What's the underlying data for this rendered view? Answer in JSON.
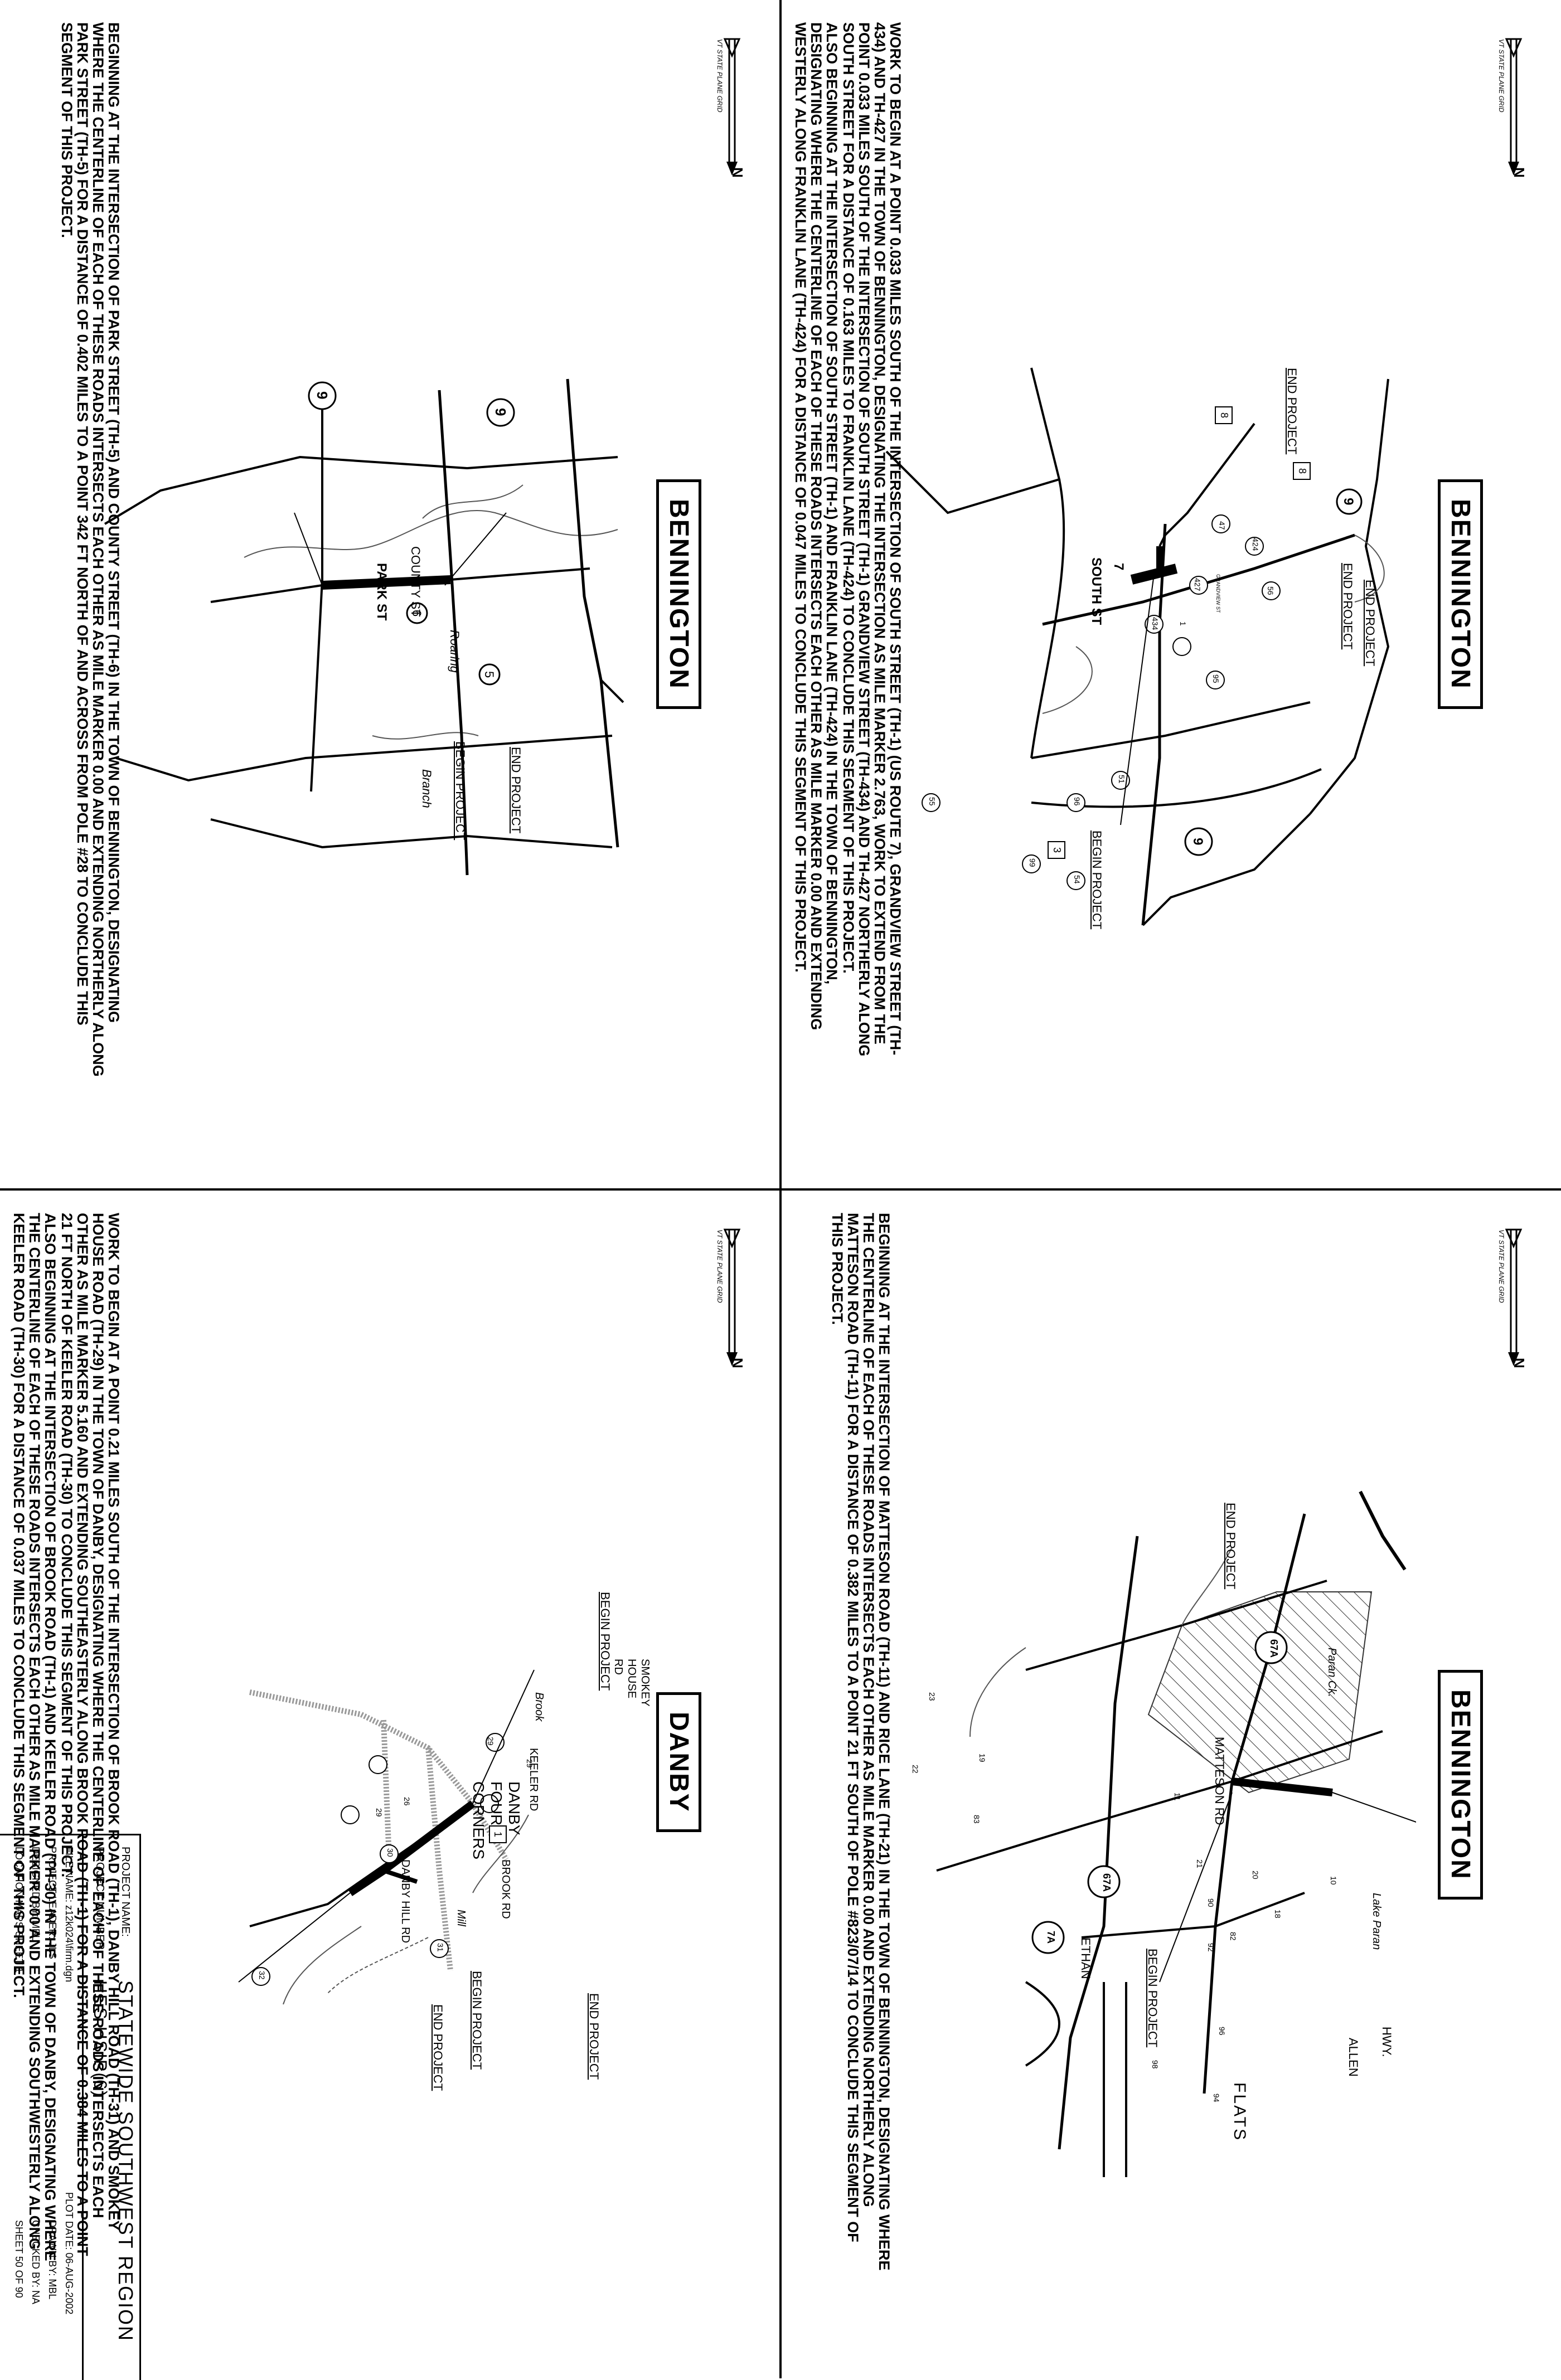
{
  "north_arrow": {
    "label": "VT STATE PLANE GRID",
    "letter": "N"
  },
  "panels": [
    {
      "id": "bennington-park",
      "title": "BENNINGTON",
      "narrative": [
        "BEGINNING AT THE INTERSECTION OF PARK STREET (TH-5) AND COUNTY STREET (TH-6) IN THE TOWN OF BENNINGTON, DESIGNATING WHERE THE CENTERLINE OF EACH OF THESE ROADS INTERSECTS EACH OTHER AS MILE MARKER 0.00 AND EXTENDING NORTHERLY ALONG PARK STREET (TH-5) FOR A DISTANCE OF 0.402 MILES TO A POINT 342 FT NORTH OF AND ACROSS FROM POLE #28 TO CONCLUDE THIS SEGMENT OF THIS PROJECT."
      ],
      "map_labels": {
        "park_st": "PARK ST",
        "county_st": "COUNTY ST",
        "begin": "BEGIN PROJECT",
        "end": "END PROJECT",
        "roaring": "Roaring",
        "branch": "Branch",
        "r9a": "9",
        "r9b": "9",
        "r5": "5",
        "r6": "6"
      }
    },
    {
      "id": "bennington-south",
      "title": "BENNINGTON",
      "narrative": [
        "WORK TO BEGIN AT A POINT 0.033 MILES SOUTH OF THE INTERSECTION OF SOUTH STREET (TH-1) (US ROUTE 7), GRANDVIEW STREET (TH-434) AND TH-427 IN THE TOWN OF BENNINGTON, DESIGNATING THE INTERSECTION AS MILE MARKER 2.763, WORK TO EXTEND FROM THE POINT 0.033 MILES SOUTH OF THE INTERSECTION OF SOUTH STREET (TH-1) GRANDVIEW STREET (TH-434) AND TH-427 NORTHERLY ALONG SOUTH STREET FOR A DISTANCE OF 0.163 MILES TO FRANKLIN LANE (TH-424) TO CONCLUDE THIS SEGMENT OF THIS PROJECT.",
        "ALSO BEGINNING AT THE INTERSECTION OF SOUTH STREET (TH-1) AND FRANKLIN LANE (TH-424) IN THE TOWN OF BENNINGTON, DESIGNATING WHERE THE CENTERLINE OF EACH OF THESE ROADS INTERSECTS EACH OTHER AS MILE MARKER 0.00 AND EXTENDING WESTERLY ALONG FRANKLIN LANE (TH-424) FOR A DISTANCE OF 0.047 MILES TO CONCLUDE THIS SEGMENT OF THIS PROJECT."
      ],
      "map_labels": {
        "south_st": "SOUTH ST",
        "begin": "BEGIN PROJECT",
        "end1": "END PROJECT",
        "end2": "END PROJECT",
        "end3": "END PROJECT",
        "grandview": "GRANDVIEW ST",
        "us7": "7",
        "r9a": "9",
        "r9b": "9",
        "r424": "424",
        "r427": "427",
        "r434": "434",
        "r1": "1",
        "r47": "47",
        "r56": "56",
        "r95": "95",
        "r51": "51",
        "r96": "96",
        "r99": "99",
        "r54": "54",
        "r55": "55",
        "b8a": "8",
        "b8b": "8",
        "b3": "3"
      }
    },
    {
      "id": "danby",
      "title": "DANBY",
      "narrative": [
        "WORK TO BEGIN AT A POINT 0.21 MILES SOUTH OF THE INTERSECTION OF BROOK ROAD (TH-1), DANBY HILL ROAD (TH-31) AND SMOKEY HOUSE ROAD (TH-29) IN THE TOWN OF DANBY, DESIGNATING WHERE THE CENTERLINE OF EACH OF THESE ROADS INTERSECTS EACH OTHER AS MILE MARKER 5.160 AND EXTENDING SOUTHEASTERLY ALONG BROOK ROAD (TH-1) FOR A DISTANCE OF 0.384 MILES TO A POINT 21 FT NORTH OF KEELER ROAD (TH-30) TO CONCLUDE THIS SEGMENT OF THIS PROJECT.",
        "ALSO BEGINNING AT THE INTERSECTION OF BROOK ROAD (TH-1) AND KEELER ROAD (TH-30) IN THE TOWN OF DANBY, DESIGNATING WHERE THE CENTERLINE OF EACH OF THESE ROADS INTERSECTS EACH OTHER AS MILE MARKER 0.00 AND EXTENDING SOUTHWESTERLY ALONG KEELER ROAD (TH-30) FOR A DISTANCE OF 0.037 MILES TO CONCLUDE THIS SEGMENT OF THIS PROJECT."
      ],
      "map_labels": {
        "town_line1": "DANBY",
        "town_line2": "FOUR",
        "town_line3": "CORNERS",
        "begin1": "BEGIN PROJECT",
        "begin2": "BEGIN PROJECT",
        "end1": "END PROJECT",
        "end2": "END PROJECT",
        "smokey1": "SMOKEY",
        "smokey2": "HOUSE",
        "smokey3": "RD",
        "danby_hill": "DANBY HILL RD",
        "keeler": "KEELER RD",
        "brook_rd": "BROOK RD",
        "brook": "Brook",
        "mill": "Mill",
        "r29a": "29",
        "r29b": "29",
        "r29c": "29",
        "r26": "26",
        "r30": "30",
        "r31": "31",
        "r1": "1",
        "r32": "32"
      }
    },
    {
      "id": "bennington-matteson",
      "title": "BENNINGTON",
      "narrative": [
        "BEGINNING AT THE INTERSECTION OF MATTESON ROAD (TH-11) AND RICE LANE (TH-21) IN THE TOWN OF BENNINGTON, DESIGNATING WHERE THE CENTERLINE OF EACH OF THESE ROADS INTERSECTS EACH OTHER AS MILE MARKER 0.00 AND EXTENDING NORTHERLY ALONG MATTESON ROAD (TH-11) FOR A DISTANCE OF 0.382 MILES TO A POINT 21 FT SOUTH OF POLE #823/07/14 TO CONCLUDE THIS SEGMENT OF THIS PROJECT."
      ],
      "map_labels": {
        "matteson": "MATTESON RD",
        "begin": "BEGIN PROJECT",
        "end": "END PROJECT",
        "paran_ck": "Paran Ck.",
        "lake_paran": "Lake Paran",
        "ethan": "ETHAN",
        "allen": "ALLEN",
        "hwy": "HWY.",
        "flats": "FLATS",
        "r67a": "67A",
        "r67a2": "67A",
        "r7a": "7A",
        "r11": "11",
        "r21": "21",
        "r19": "19",
        "r20": "20",
        "r22": "22",
        "r23": "23",
        "r18": "18",
        "r10": "10",
        "r90": "90",
        "r92": "92",
        "r94": "94",
        "r96": "96",
        "r98": "98",
        "r82": "82",
        "r83": "83"
      }
    }
  ],
  "title_block": {
    "project_name_label": "PROJECT NAME:",
    "project_name": "STATEWIDE SOUTHWEST REGION",
    "project_number_label": "PROJECT NUMBER:",
    "project_number": "HES HSIP(6)",
    "file_name": "FILE NAME: z12k024\\firm.dgn",
    "plot_date": "PLOT DATE: 06-AUG-2002",
    "project_leader": "PROJECT LEADER: JLS",
    "drawn_by": "DRAWN BY: MBL",
    "designed_by": "DESIGNED BY: MBL",
    "checked_by": "CHECKED BY: NA",
    "sheet_title": "LOCATION MAPS SHEET 1",
    "sheet_of": "SHEET 50 OF 90"
  }
}
